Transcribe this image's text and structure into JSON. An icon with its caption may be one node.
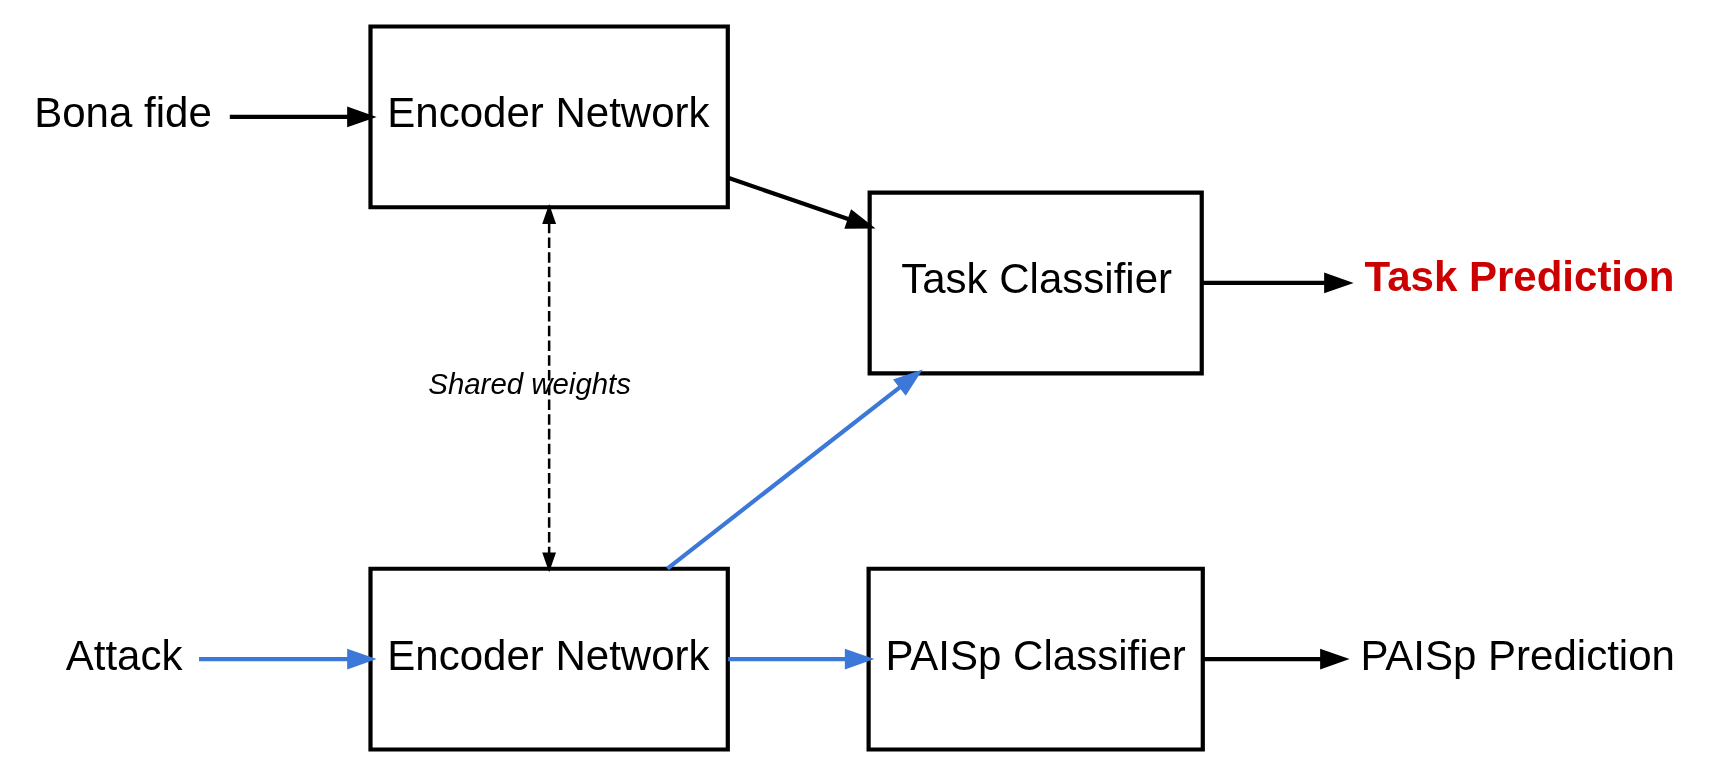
{
  "diagram": {
    "nodes": [
      {
        "text": [
          "Bona fide"
        ]
      },
      {
        "text": [
          "Encoder Network"
        ]
      },
      {
        "text": [
          "Task Classifier"
        ]
      },
      {
        "text": [
          "Task Prediction"
        ]
      },
      {
        "text": [
          "Attack"
        ]
      },
      {
        "text": [
          "Encoder Network"
        ]
      },
      {
        "text": [
          "PAISp Classifier"
        ]
      },
      {
        "text": [
          "PAISp Prediction"
        ]
      }
    ],
    "edges": [
      {
        "from": 0,
        "to": 1,
        "arrow": "to"
      },
      {
        "from": 1,
        "to": 2,
        "arrow": "to"
      },
      {
        "from": 2,
        "to": 3,
        "arrow": "to"
      },
      {
        "from": 1,
        "to": 5,
        "arrow": "both",
        "style": "dashed",
        "label": "Shared weights"
      },
      {
        "from": 4,
        "to": 5,
        "arrow": "to",
        "color": "#3c78d8"
      },
      {
        "from": 5,
        "to": 6,
        "arrow": "to",
        "color": "#3c78d8"
      },
      {
        "from": 5,
        "to": 2,
        "arrow": "to",
        "color": "#3c78d8"
      },
      {
        "from": 6,
        "to": 7,
        "arrow": "to"
      }
    ]
  }
}
